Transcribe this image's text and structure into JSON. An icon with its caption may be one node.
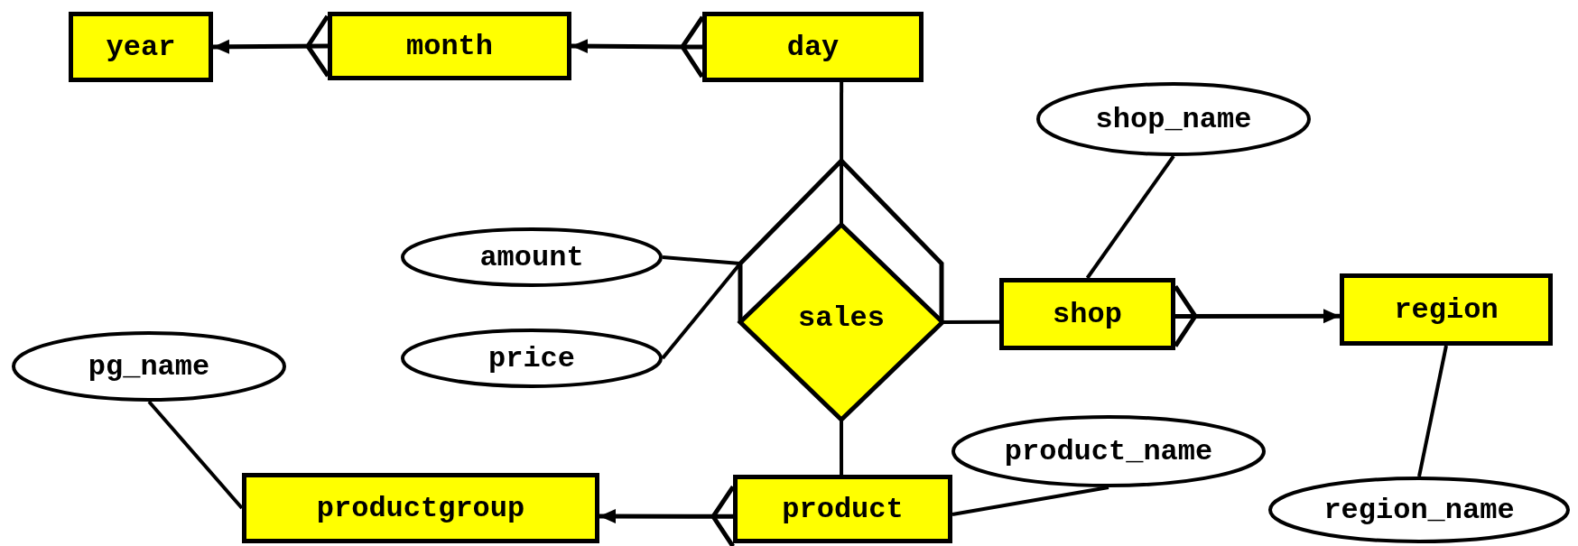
{
  "diagram": {
    "nodes": [
      {
        "text": [
          "year"
        ]
      },
      {
        "text": [
          "month"
        ]
      },
      {
        "text": [
          "day"
        ]
      },
      {
        "text": [
          "sales"
        ]
      },
      {
        "text": [
          "amount"
        ]
      },
      {
        "text": [
          "price"
        ]
      },
      {
        "text": [
          "shop"
        ]
      },
      {
        "text": [
          "region"
        ]
      },
      {
        "text": [
          "shop_name"
        ]
      },
      {
        "text": [
          "region_name"
        ]
      },
      {
        "text": [
          "pg_name"
        ]
      },
      {
        "text": [
          "productgroup"
        ]
      },
      {
        "text": [
          "product"
        ]
      },
      {
        "text": [
          "product_name"
        ]
      }
    ],
    "edges": [
      {
        "from": 2,
        "to": 1,
        "arrow": "to"
      },
      {
        "from": 1,
        "to": 0,
        "arrow": "to"
      },
      {
        "from": 2,
        "to": 3,
        "arrow": "none"
      },
      {
        "from": 4,
        "to": 3,
        "arrow": "none"
      },
      {
        "from": 5,
        "to": 3,
        "arrow": "none"
      },
      {
        "from": 3,
        "to": 6,
        "arrow": "none"
      },
      {
        "from": 6,
        "to": 7,
        "arrow": "to"
      },
      {
        "from": 8,
        "to": 6,
        "arrow": "none"
      },
      {
        "from": 7,
        "to": 9,
        "arrow": "none"
      },
      {
        "from": 3,
        "to": 12,
        "arrow": "none"
      },
      {
        "from": 12,
        "to": 11,
        "arrow": "to"
      },
      {
        "from": 10,
        "to": 11,
        "arrow": "none"
      },
      {
        "from": 12,
        "to": 13,
        "arrow": "none"
      }
    ]
  }
}
